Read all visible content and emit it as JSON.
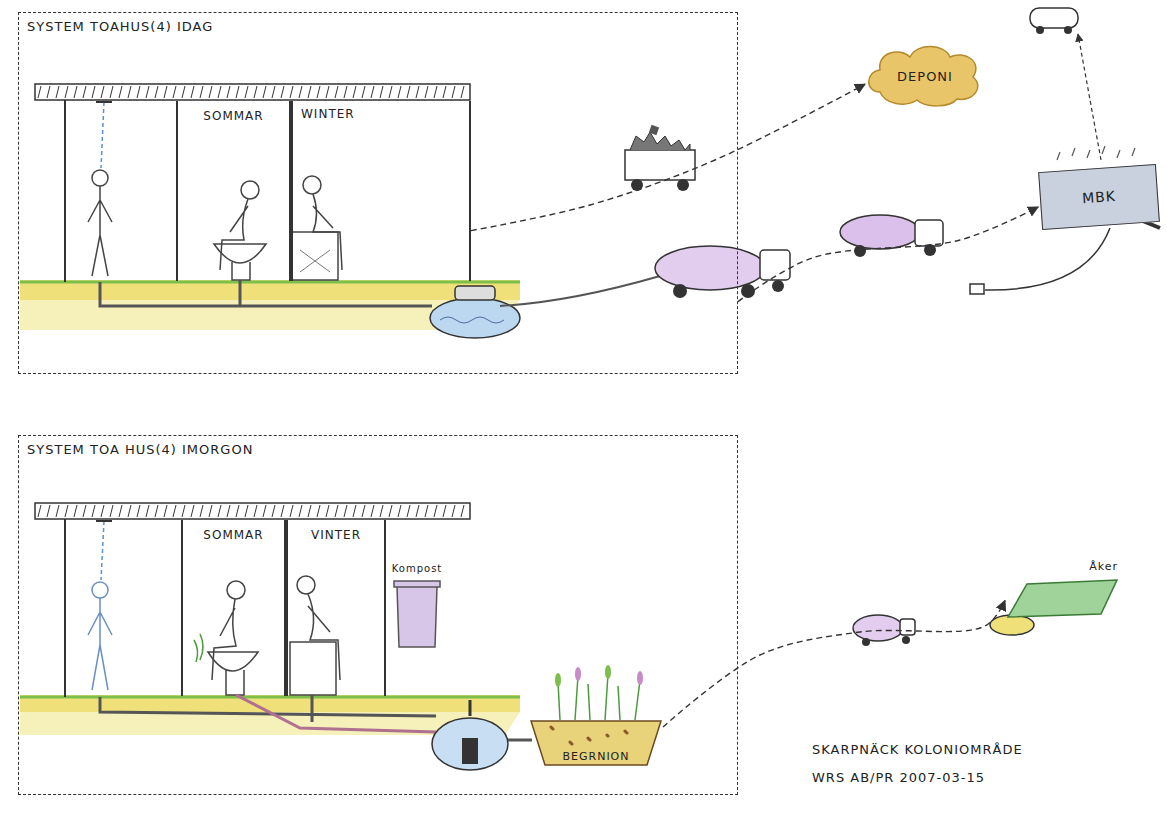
{
  "diagram": {
    "nodes": [
      {
        "text": [
          "SYSTEM TOAHUS(4) IDAG"
        ]
      },
      {
        "text": [
          "SOMMAR"
        ],
        "in": 0
      },
      {
        "text": [
          "WINTER"
        ],
        "in": 0
      },
      {
        "text": [
          "DEPONI"
        ]
      },
      {
        "text": [
          "MBK"
        ]
      },
      {
        "text": [
          "SYSTEM TOA HUS(4) IMORGON"
        ]
      },
      {
        "text": [
          "SOMMAR"
        ],
        "in": 5
      },
      {
        "text": [
          "VINTER"
        ],
        "in": 5
      },
      {
        "text": [
          "Kompost"
        ],
        "in": 5
      },
      {
        "text": [
          "BEGRNION"
        ],
        "in": 5
      },
      {
        "text": [
          "Åker"
        ]
      }
    ],
    "edges": [
      {
        "from": 2,
        "to": 3,
        "arrow": "to"
      },
      {
        "from": 0,
        "to": 4,
        "arrow": "to"
      },
      {
        "from": 9,
        "to": 10,
        "arrow": "to"
      }
    ],
    "labels": [
      "SKARPNÄCK KOLONIOMRÅDE",
      "WRS AB/PR 2007-03-15"
    ]
  }
}
